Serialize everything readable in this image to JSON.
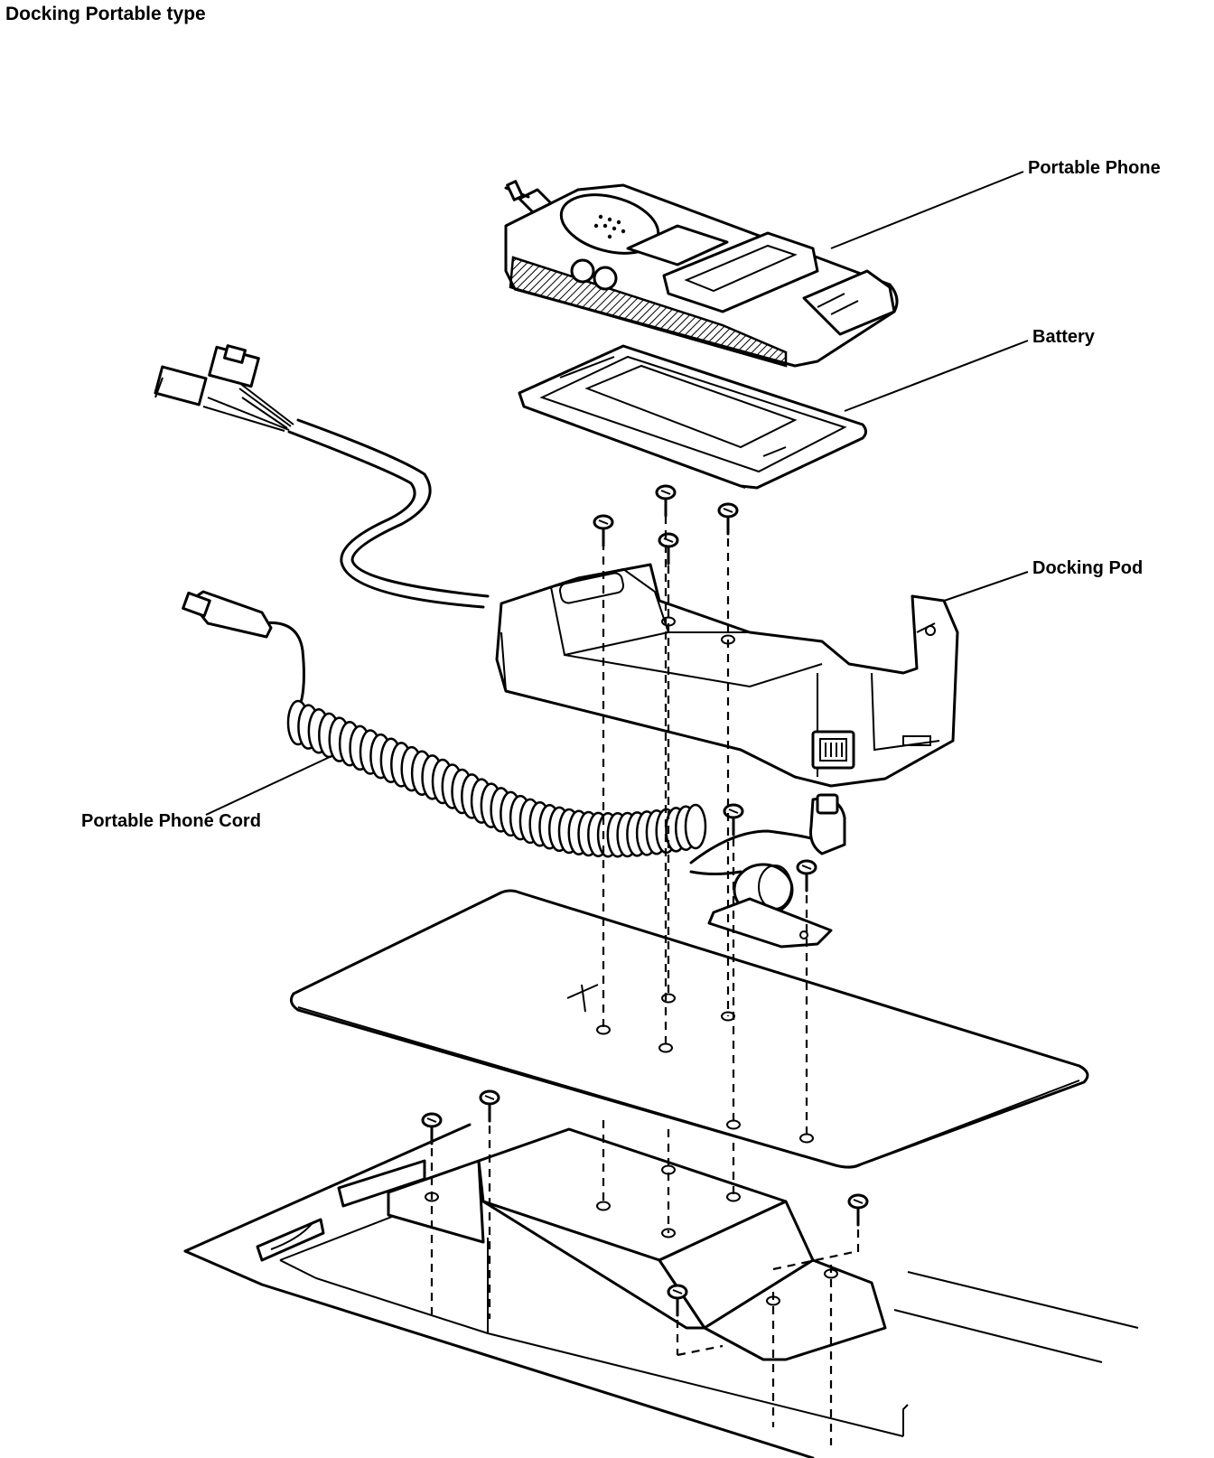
{
  "title": "Docking Portable type",
  "labels": {
    "portable_phone": "Portable Phone",
    "battery": "Battery",
    "docking_pod": "Docking Pod",
    "portable_phone_cord": "Portable Phone Cord"
  }
}
